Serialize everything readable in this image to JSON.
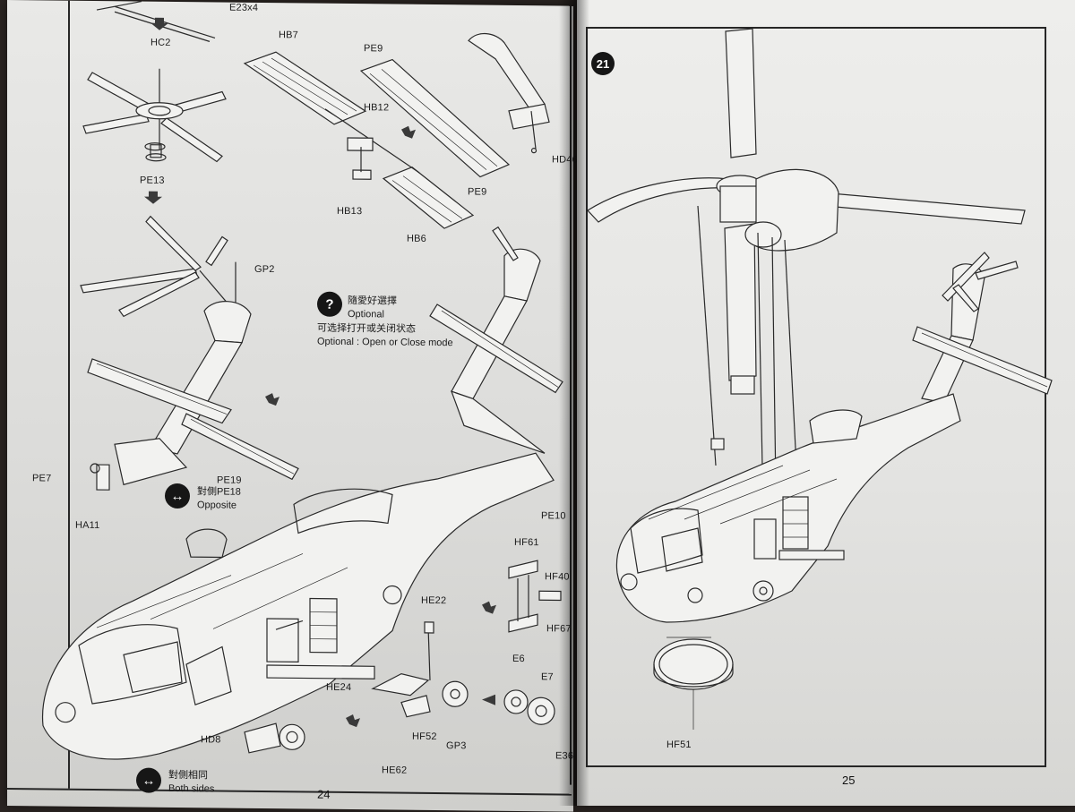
{
  "left_page": {
    "page_number": "24",
    "labels": {
      "e23": "E23x4",
      "hc2": "HC2",
      "pe13": "PE13",
      "hb7": "HB7",
      "pe9_top": "PE9",
      "hb12": "HB12",
      "hb13": "HB13",
      "hb6": "HB6",
      "pe9_bottom": "PE9",
      "hd46": "HD46",
      "gp2": "GP2",
      "pe7": "PE7",
      "pe19": "PE19",
      "ha11": "HA11",
      "pe10": "PE10",
      "hf61": "HF61",
      "hf40": "HF40",
      "hf67": "HF67",
      "he22": "HE22",
      "e6": "E6",
      "e7": "E7",
      "he24": "HE24",
      "hf52": "HF52",
      "gp3": "GP3",
      "e36": "E36",
      "hd8": "HD8",
      "he62": "HE62"
    },
    "optional_note": {
      "icon": "question-icon",
      "line1": "隨愛好選擇",
      "line2": "Optional",
      "line3": "可选择打开或关闭状态",
      "line4": "Optional : Open or Close mode"
    },
    "opposite_note": {
      "icon": "double-arrow-icon",
      "line1": "對側PE18",
      "line2": "Opposite"
    },
    "both_sides_note": {
      "icon": "double-arrow-icon",
      "line1": "對側相同",
      "line2": "Both sides"
    }
  },
  "right_page": {
    "page_number": "25",
    "step_number": "21",
    "labels": {
      "hf51": "HF51"
    }
  }
}
